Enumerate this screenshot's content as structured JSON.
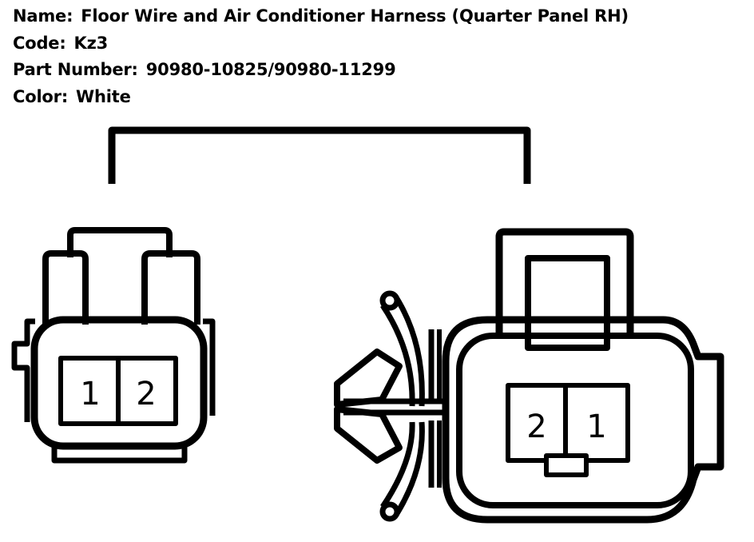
{
  "info": {
    "name_label": "Name:",
    "name_value": "Floor Wire and Air Conditioner Harness (Quarter Panel RH)",
    "code_label": "Code:",
    "code_value": "Kz3",
    "part_label": "Part Number:",
    "part_value": "90980-10825/90980-11299",
    "color_label": "Color:",
    "color_value": "White"
  },
  "male_connector": {
    "pins": [
      "1",
      "2"
    ]
  },
  "female_connector": {
    "pins": [
      "2",
      "1"
    ]
  }
}
